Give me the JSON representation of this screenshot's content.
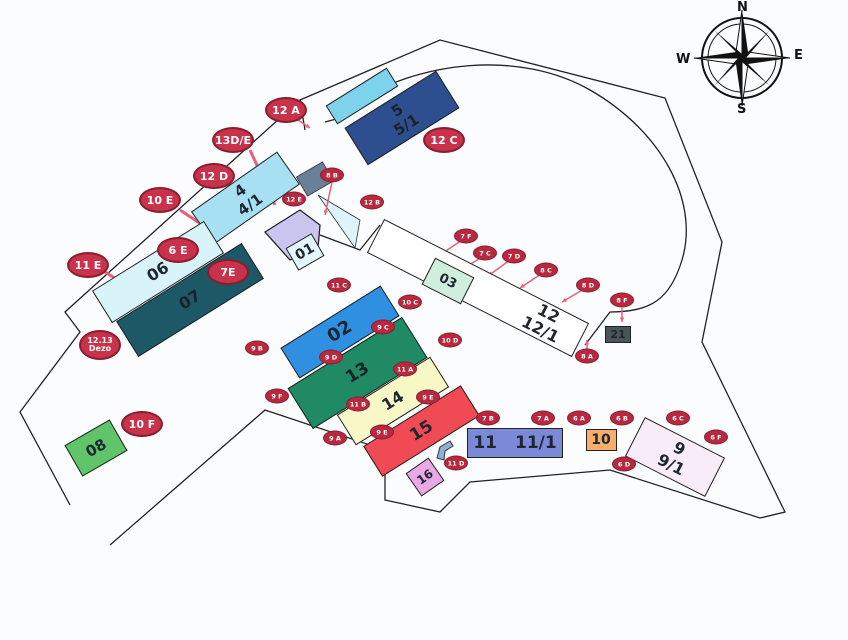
{
  "map": {
    "buildings": [
      {
        "id": "5",
        "label": "5",
        "sub": "5/1",
        "color": "#2d4f8f"
      },
      {
        "id": "5-light",
        "label": "",
        "sub": "",
        "color": "#7ed3ec"
      },
      {
        "id": "4",
        "label": "4",
        "sub": "4/1",
        "color": "#a8e0f3"
      },
      {
        "id": "06",
        "label": "06",
        "sub": "",
        "color": "#d8f3fa"
      },
      {
        "id": "07",
        "label": "07",
        "sub": "",
        "color": "#1d5867"
      },
      {
        "id": "01",
        "label": "01",
        "sub": "",
        "color": "#e2f6fb"
      },
      {
        "id": "02",
        "label": "02",
        "sub": "",
        "color": "#2f8fe0"
      },
      {
        "id": "13",
        "label": "13",
        "sub": "",
        "color": "#1f8a64"
      },
      {
        "id": "14",
        "label": "14",
        "sub": "",
        "color": "#f8f7c8"
      },
      {
        "id": "15",
        "label": "15",
        "sub": "",
        "color": "#f04a55"
      },
      {
        "id": "16",
        "label": "16",
        "sub": "",
        "color": "#e9a8e6"
      },
      {
        "id": "08",
        "label": "08",
        "sub": "",
        "color": "#5fc46a"
      },
      {
        "id": "12",
        "label": "12",
        "sub": "12/1",
        "color": "#ffffff"
      },
      {
        "id": "03",
        "label": "03",
        "sub": "",
        "color": "#cfeedd"
      },
      {
        "id": "11",
        "label": "11",
        "sub": "11/1",
        "color": "#7c89d9"
      },
      {
        "id": "10",
        "label": "10",
        "sub": "",
        "color": "#f7ae6b"
      },
      {
        "id": "9",
        "label": "9",
        "sub": "9/1",
        "color": "#f7ecf8"
      },
      {
        "id": "21",
        "label": "21",
        "sub": "",
        "color": "#4a5558"
      }
    ],
    "badges": [
      "12 A",
      "13D/E",
      "12 D",
      "10 E",
      "6 E",
      "7E",
      "11 E",
      "12.13 Dezo",
      "10 F",
      "12 C",
      "8 B",
      "12 E",
      "12 B",
      "7 F",
      "7 C",
      "7 D",
      "8 C",
      "8 D",
      "8 F",
      "8 A",
      "11 C",
      "10 C",
      "9 B",
      "10 D",
      "9 F",
      "9 A",
      "9 C",
      "9 D",
      "11 A",
      "11 B",
      "9 E",
      "9 E",
      "11 D",
      "7 B",
      "7 A",
      "6 A",
      "6 B",
      "6 C",
      "6 F",
      "6 D"
    ],
    "compass": {
      "n": "N",
      "s": "S",
      "e": "E",
      "w": "W"
    },
    "colors": {
      "badge": "#c8324a",
      "arrow": "#e8607a"
    }
  }
}
